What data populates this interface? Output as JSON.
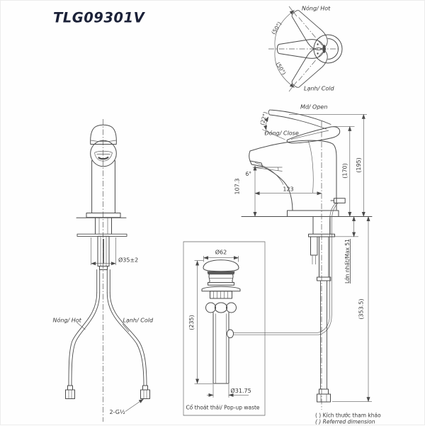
{
  "title": "TLG09301V",
  "colors": {
    "line": "#4b4b4b",
    "text": "#383838",
    "title": "#1b2138",
    "background": "#fefefe"
  },
  "top_view": {
    "hot_label": "Nóng/ Hot",
    "cold_label": "Lạnh/ Cold",
    "swing_angle_upper": "(50°)",
    "swing_angle_lower": "(50°)"
  },
  "side_view": {
    "open_label": "Mở/ Open",
    "close_label": "Đóng/ Close",
    "lever_angle": "(22°)",
    "spout_tilt": "6°",
    "spout_height": "107.3",
    "spout_reach": "123",
    "closed_height": "(170)",
    "open_height": "(195)",
    "max_deck_thickness": "Lớn nhất/Max 51",
    "total_height": "(353.5)"
  },
  "front_view": {
    "body_diameter": "Ø35±2",
    "hot_label": "Nóng/ Hot",
    "cold_label": "Lạnh/ Cold",
    "connection_thread": "2-G½"
  },
  "popup_waste": {
    "cap_diameter": "Ø62",
    "body_length": "(235)",
    "pipe_diameter": "Ø31.75",
    "caption": "Cổ thoát thải/ Pop-up waste"
  },
  "notes": {
    "line1": "( ) Kích thước tham khảo",
    "line2": "( ) Referred dimension"
  }
}
